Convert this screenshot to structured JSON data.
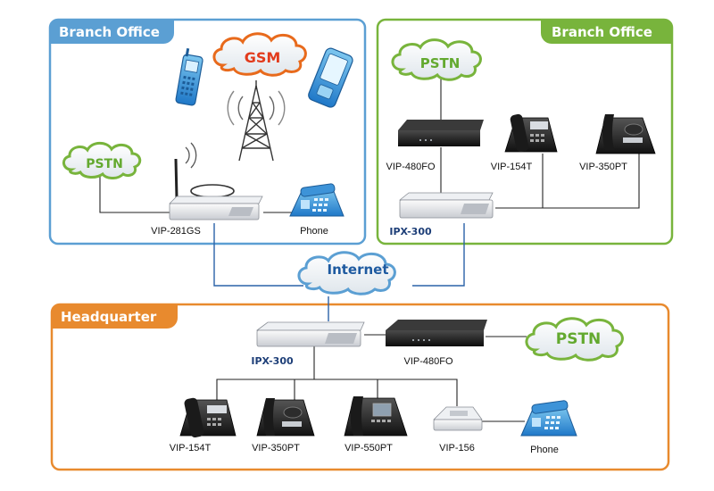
{
  "colors": {
    "branch_left": "#5b9fd3",
    "branch_right": "#78b43c",
    "headquarter": "#e88a2e",
    "link_line": "#2b62a8",
    "pstn_text": "#63a92f",
    "gsm_text": "#e23b1c",
    "internet_text": "#1e5aa0"
  },
  "regions": {
    "branch_left": {
      "label": "Branch Office"
    },
    "branch_right": {
      "label": "Branch Office"
    },
    "headquarter": {
      "label": "Headquarter"
    }
  },
  "clouds": {
    "gsm": "GSM",
    "pstn_left": "PSTN",
    "pstn_right": "PSTN",
    "internet": "Internet",
    "pstn_hq": "PSTN"
  },
  "devices": {
    "bl_gateway": "VIP-281GS",
    "bl_phone": "Phone",
    "br_gateway": "VIP-480FO",
    "br_phone1": "VIP-154T",
    "br_phone2": "VIP-350PT",
    "br_pbx": "IPX-300",
    "hq_pbx": "IPX-300",
    "hq_gateway": "VIP-480FO",
    "hq_phone1": "VIP-154T",
    "hq_phone2": "VIP-350PT",
    "hq_phone3": "VIP-550PT",
    "hq_ata": "VIP-156",
    "hq_phone": "Phone"
  }
}
